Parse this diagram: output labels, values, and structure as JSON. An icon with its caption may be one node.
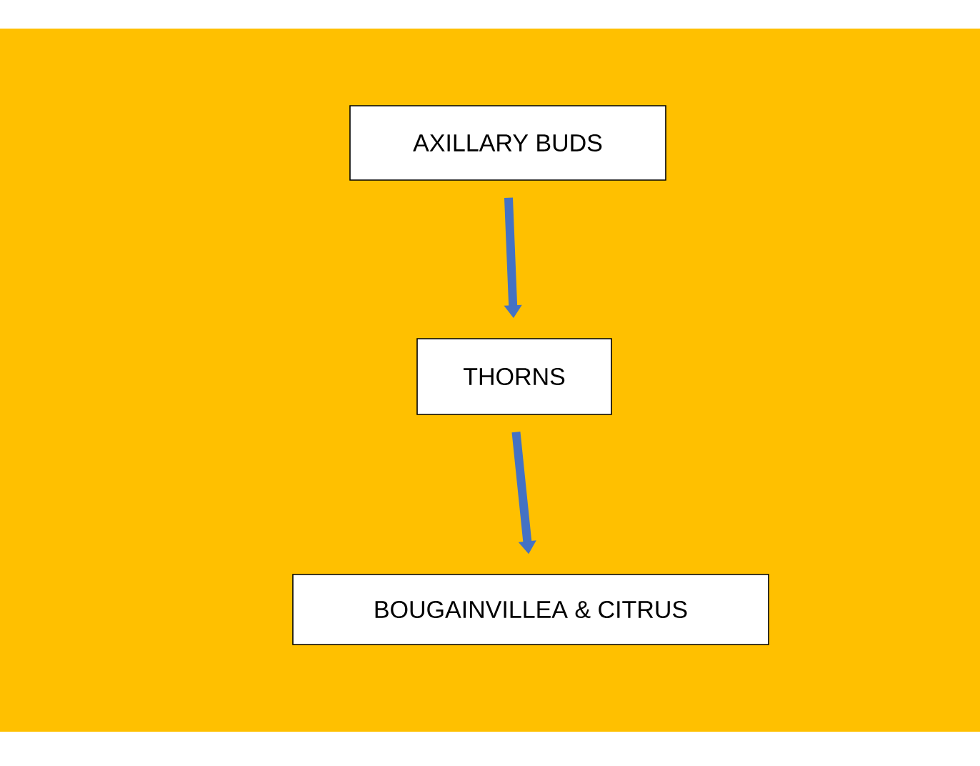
{
  "diagram": {
    "nodes": [
      {
        "text": [
          "AXILLARY BUDS"
        ]
      },
      {
        "text": [
          "THORNS"
        ]
      },
      {
        "text": [
          "BOUGAINVILLEA & CITRUS"
        ]
      }
    ],
    "edges": [
      {
        "from": 0,
        "to": 1,
        "arrow": "to"
      },
      {
        "from": 1,
        "to": 2,
        "arrow": "to"
      }
    ]
  }
}
